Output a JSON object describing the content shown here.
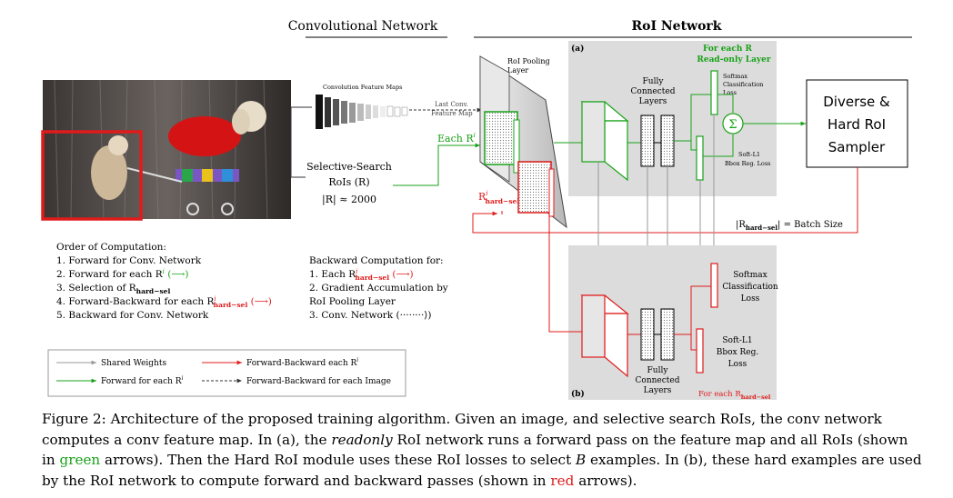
{
  "titles": {
    "conv_network": "Convolutional Network",
    "roi_network": "RoI Network"
  },
  "labels": {
    "conv_feature_maps": "Convolution Feature Maps",
    "last_conv_1": "Last Conv.",
    "last_conv_2": "Feature Map",
    "selective_1": "Selective-Search",
    "selective_2": "RoIs (R)",
    "selective_3": "|R| ≈ 2000",
    "each_r": "Each R",
    "r_hard_sel_base": "R",
    "r_hard_sel_sub": "hard−sel",
    "roi_pool_1": "RoI Pooling",
    "roi_pool_2": "Layer",
    "panel_a": "(a)",
    "panel_b": "(b)",
    "for_each_r": "For each R",
    "read_only": "Read-only Layer",
    "fc_1": "Fully",
    "fc_2": "Connected",
    "fc_3": "Layers",
    "softmax_small_1": "Softmax",
    "softmax_small_2": "Classification",
    "softmax_small_3": "Loss",
    "softl1_small_1": "Soft-L1",
    "softl1_small_2": "Bbox Reg. Loss",
    "sigma": "Σ",
    "sampler_1": "Diverse &",
    "sampler_2": "Hard RoI",
    "sampler_3": "Sampler",
    "batch_size": "= Batch Size",
    "softmax_b_1": "Softmax",
    "softmax_b_2": "Classification",
    "softmax_b_3": "Loss",
    "softl1_b_1": "Soft-L1",
    "softl1_b_2": "Bbox Reg.",
    "softl1_b_3": "Loss",
    "for_each_rhard": "For each R",
    "i": "i"
  },
  "order": {
    "title": "Order of Computation:",
    "items": [
      "1.  Forward for Conv. Network",
      "2.  Forward for each R",
      "3.  Selection of R",
      "4.  Forward-Backward for each R",
      "5.  Backward for Conv. Network"
    ],
    "sub_hard": "hard−sel"
  },
  "backward": {
    "title": "Backward Computation for:",
    "items": [
      "1.  Each R",
      "2.  Gradient Accumulation by",
      "      RoI Pooling Layer",
      "3.  Conv. Network ("
    ]
  },
  "legend": {
    "shared": "Shared Weights",
    "fwd_each": "Forward for each R",
    "fb_each": "Forward-Backward each R",
    "fb_image": "Forward-Backward for each Image"
  },
  "caption": {
    "p1": "Figure 2: Architecture of the proposed training algorithm. Given an image, and selective search RoIs, the conv network computes a conv feature map. In (a), the ",
    "readonly": "readonly",
    "p2": " RoI network runs a forward pass on the feature map and all RoIs (shown in ",
    "green": "green",
    "p3": " arrows). Then the Hard RoI module uses these RoI losses to select ",
    "B": "B",
    "p4": " examples. In (b), these hard examples are used by the RoI network to compute forward and backward passes (shown in ",
    "red": "red",
    "p5": " arrows)."
  },
  "colors": {
    "green": "#18a218",
    "red": "#e01b1b",
    "panel_gray": "#dcdcdc"
  }
}
